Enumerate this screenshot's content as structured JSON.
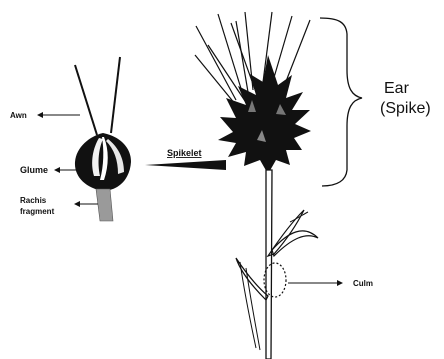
{
  "labels": {
    "awn": "Awn",
    "glume": "Glume",
    "rachis_line1": "Rachis",
    "rachis_line2": "fragment",
    "spikelet": "Spikelet",
    "ear_line1": "Ear",
    "ear_line2": "(Spike)",
    "culm": "Culm"
  },
  "colors": {
    "ink": "#111111",
    "rachis_fill": "#9a9a9a",
    "background": "#ffffff"
  }
}
